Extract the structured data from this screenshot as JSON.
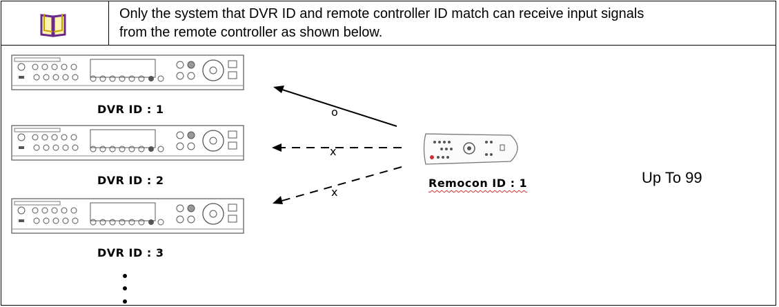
{
  "note": {
    "icon": "book-icon",
    "line1": "Only the system that DVR ID and remote controller ID match can receive input signals",
    "line2": "from the remote controller as shown below."
  },
  "diagram": {
    "dvrs": [
      {
        "label": "DVR ID : 1",
        "link": "o"
      },
      {
        "label": "DVR ID : 2",
        "link": "x"
      },
      {
        "label": "DVR ID : 3",
        "link": "x"
      }
    ],
    "remote": {
      "label": "Remocon ID : 1",
      "icon": "remote-controller-icon"
    },
    "range_text": "Up To 99",
    "ellipsis_icon": "vertical-ellipsis-icon"
  },
  "colors": {
    "border": "#000000",
    "icon_accent": "#c8a000",
    "underline": "#d23030"
  }
}
